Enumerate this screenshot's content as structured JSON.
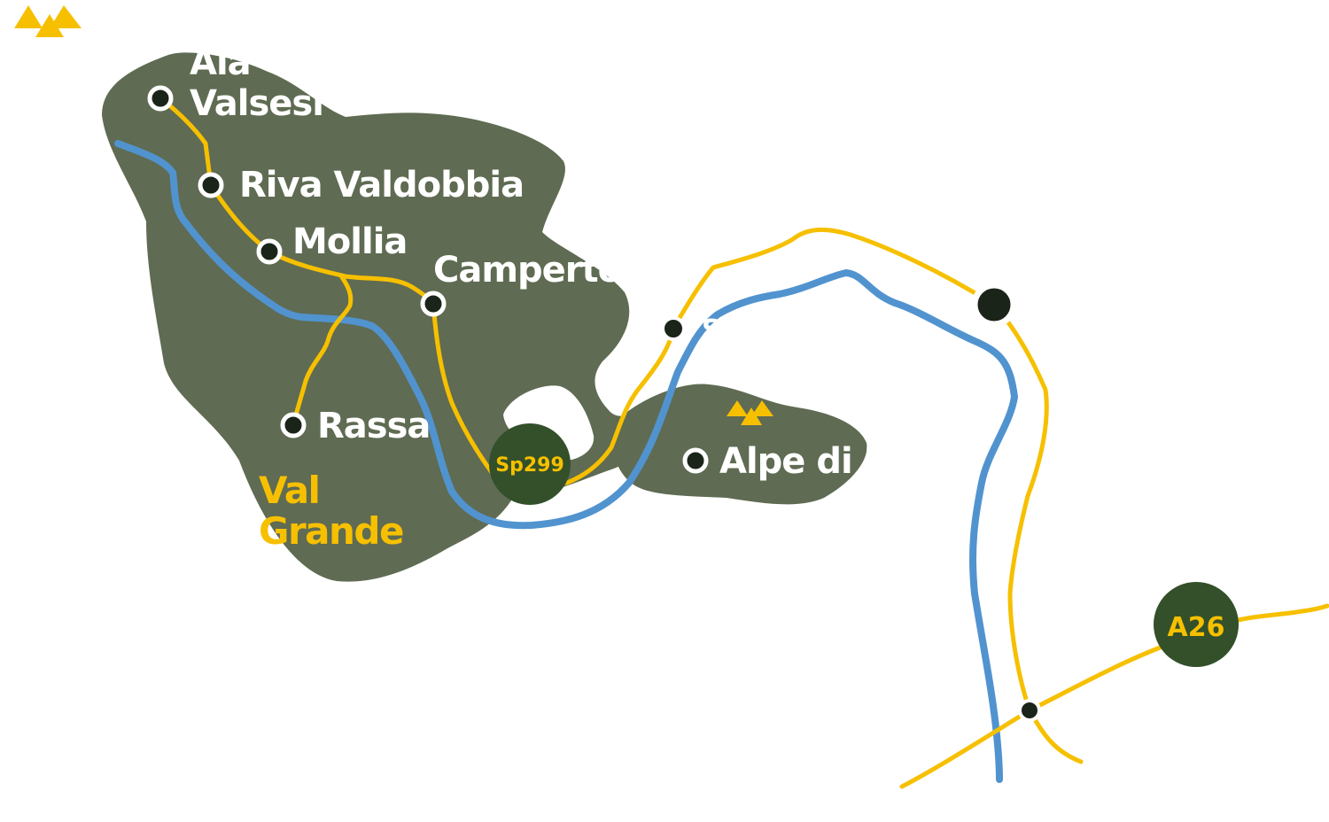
{
  "colors": {
    "land": "#5f6b52",
    "road": "#f6c000",
    "river": "#5193cf",
    "badge": "#33502a",
    "town_label": "#ffffff",
    "area_label": "#f6c000"
  },
  "towns": {
    "alagna": {
      "line1": "Ala",
      "line2": "Valsesi"
    },
    "riva": "Riva Valdobbia",
    "mollia": "Mollia",
    "campertogno": "Camperto",
    "rassa": "Rassa",
    "alpe": "Alpe di M",
    "scopa": "S"
  },
  "area": {
    "line1": "Val",
    "line2": "Grande"
  },
  "roads": {
    "sp299": "Sp299",
    "a26": "A26"
  },
  "icons": [
    "mountain-icon",
    "mountain-icon"
  ]
}
